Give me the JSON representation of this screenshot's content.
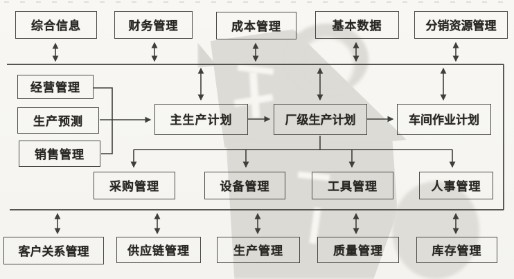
{
  "nodes": {
    "top": [
      "综合信息",
      "财务管理",
      "成本管理",
      "基本数据",
      "分销资源管理"
    ],
    "inputs": [
      "经营管理",
      "生产预测",
      "销售管理"
    ],
    "plans": [
      "主生产计划",
      "厂级生产计划",
      "车间作业计划"
    ],
    "inner": [
      "采购管理",
      "设备管理",
      "工具管理",
      "人事管理"
    ],
    "bottom": [
      "客户关系管理",
      "供应链管理",
      "生产管理",
      "质量管理",
      "库存管理"
    ]
  },
  "edges": [
    {
      "from": "综合信息",
      "to": "frame-top",
      "dir": "both"
    },
    {
      "from": "财务管理",
      "to": "frame-top",
      "dir": "both"
    },
    {
      "from": "成本管理",
      "to": "frame-top",
      "dir": "both"
    },
    {
      "from": "基本数据",
      "to": "frame-top",
      "dir": "both"
    },
    {
      "from": "分销资源管理",
      "to": "frame-top",
      "dir": "both"
    },
    {
      "from": "frame-top",
      "to": "主生产计划",
      "dir": "both"
    },
    {
      "from": "frame-top",
      "to": "厂级生产计划",
      "dir": "both"
    },
    {
      "from": "frame-top",
      "to": "车间作业计划",
      "dir": "both"
    },
    {
      "from": "经营管理",
      "to": "主生产计划",
      "dir": "one"
    },
    {
      "from": "生产预测",
      "to": "主生产计划",
      "dir": "one"
    },
    {
      "from": "销售管理",
      "to": "主生产计划",
      "dir": "one"
    },
    {
      "from": "主生产计划",
      "to": "厂级生产计划",
      "dir": "one"
    },
    {
      "from": "厂级生产计划",
      "to": "车间作业计划",
      "dir": "one"
    },
    {
      "from": "厂级生产计划",
      "to": "采购管理",
      "dir": "one"
    },
    {
      "from": "厂级生产计划",
      "to": "设备管理",
      "dir": "one"
    },
    {
      "from": "厂级生产计划",
      "to": "工具管理",
      "dir": "one"
    },
    {
      "from": "厂级生产计划",
      "to": "人事管理",
      "dir": "one"
    },
    {
      "from": "客户关系管理",
      "to": "frame-bottom",
      "dir": "both"
    },
    {
      "from": "供应链管理",
      "to": "frame-bottom",
      "dir": "both"
    },
    {
      "from": "生产管理",
      "to": "frame-bottom",
      "dir": "both"
    },
    {
      "from": "质量管理",
      "to": "frame-bottom",
      "dir": "both"
    },
    {
      "from": "库存管理",
      "to": "frame-bottom",
      "dir": "both"
    }
  ],
  "colors": {
    "line": "#3f3e3a",
    "paper": "#f7f6f2",
    "watermark": "#dcdbd5",
    "text": "#282724"
  }
}
